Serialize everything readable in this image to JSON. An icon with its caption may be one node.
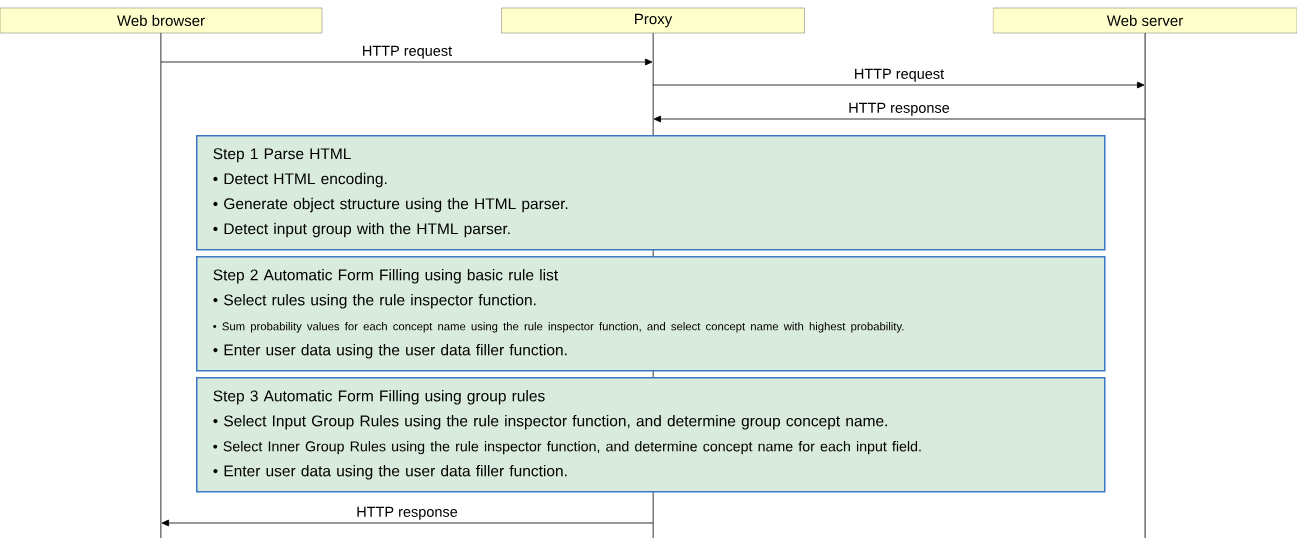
{
  "diagram": {
    "nodes": [
      {
        "text": [
          "Web browser"
        ]
      },
      {
        "text": [
          "Proxy"
        ]
      },
      {
        "text": [
          "Web server"
        ]
      },
      {
        "text": [
          "Step 1 Parse HTML",
          "• Detect HTML encoding.",
          "• Generate object structure using the HTML parser.",
          "• Detect input group with the HTML parser."
        ]
      },
      {
        "text": [
          "Step 2 Automatic Form Filling using basic rule list",
          "• Select rules using the rule inspector function.",
          "• Sum probability values for each concept name using the rule inspector function, and select concept name with highest probability.",
          "• Enter user data using the user data filler function."
        ]
      },
      {
        "text": [
          "Step 3 Automatic Form Filling using group rules",
          "• Select Input Group Rules using the rule inspector function, and determine group concept name.",
          "• Select Inner Group Rules using the rule inspector function, and determine concept name for each input field.",
          "• Enter user data using the user data filler function."
        ]
      }
    ],
    "edges": [
      {
        "from": 0,
        "to": 1,
        "arrow": "to",
        "label": "HTTP request"
      },
      {
        "from": 1,
        "to": 2,
        "arrow": "to",
        "label": "HTTP request"
      },
      {
        "from": 2,
        "to": 1,
        "arrow": "to",
        "label": "HTTP response"
      },
      {
        "from": 1,
        "to": 0,
        "arrow": "to",
        "label": "HTTP response"
      }
    ]
  }
}
